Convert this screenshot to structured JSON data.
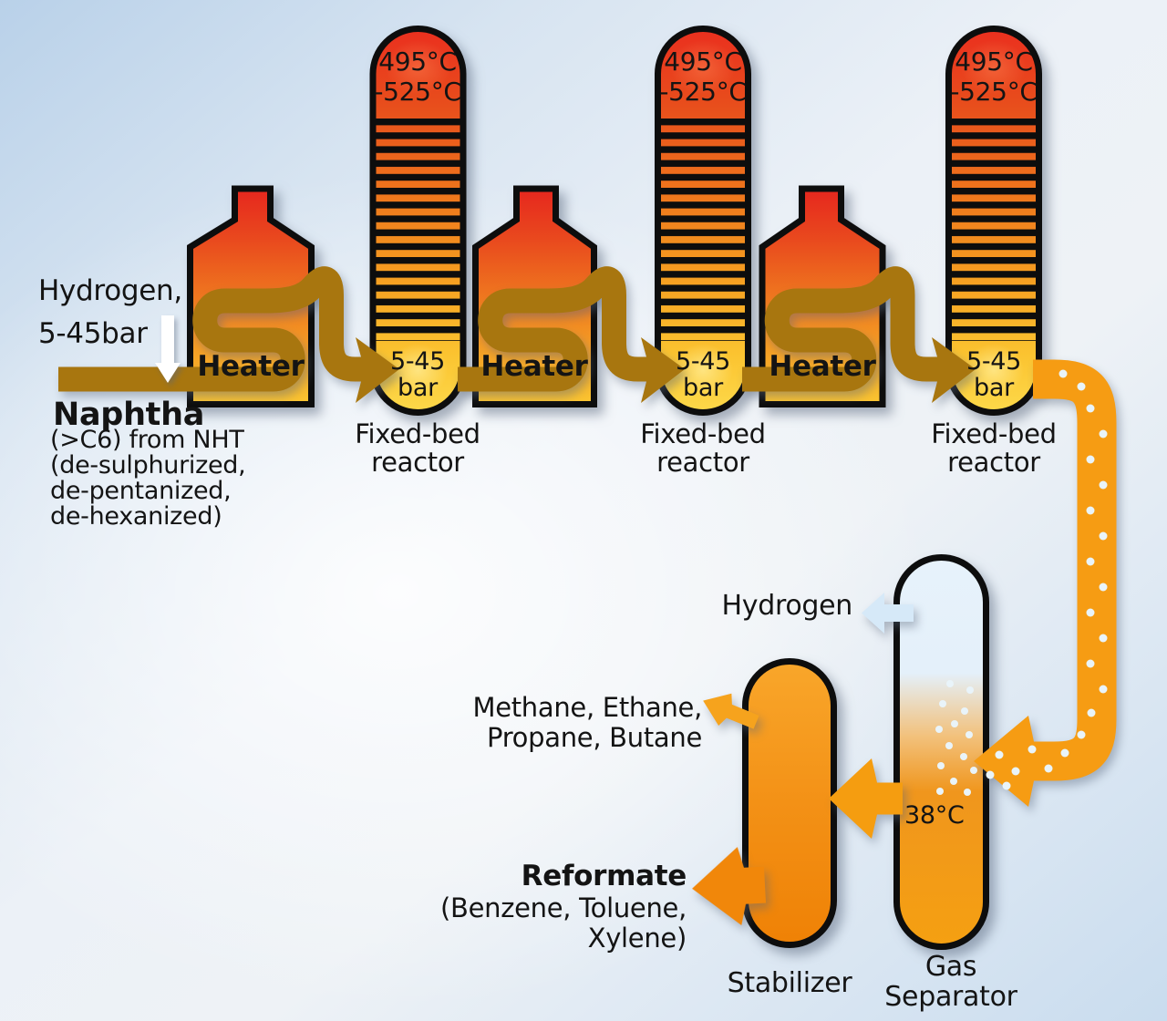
{
  "feed": {
    "hydrogen": "Hydrogen,\n5-45bar",
    "naphtha_title": "Naphtha",
    "naphtha_details": "(>C6) from NHT\n(de-sulphurized,\nde-pentanized,\nde-hexanized)"
  },
  "heaters": [
    {
      "label": "Heater"
    },
    {
      "label": "Heater"
    },
    {
      "label": "Heater"
    }
  ],
  "reactors": [
    {
      "temp_range": "495°C\n-525°C",
      "pressure": "5-45\nbar",
      "label": "Fixed-bed\nreactor"
    },
    {
      "temp_range": "495°C\n-525°C",
      "pressure": "5-45\nbar",
      "label": "Fixed-bed\nreactor"
    },
    {
      "temp_range": "495°C\n-525°C",
      "pressure": "5-45\nbar",
      "label": "Fixed-bed\nreactor"
    }
  ],
  "separator": {
    "hydrogen_out": "Hydrogen",
    "temperature": "38°C",
    "label": "Gas\nSeparator"
  },
  "stabilizer": {
    "light_ends": "Methane, Ethane,\nPropane, Butane",
    "reformate_title": "Reformate",
    "reformate_details": "(Benzene, Toluene,\nXylene)",
    "label": "Stabilizer"
  },
  "icons": {
    "feed_arrow": "white-down-arrow",
    "flow_arrow": "barbed-flow-arrow",
    "bubbles": "vapor-dots"
  },
  "colors": {
    "background_blue": "#c3d7ea",
    "pipe_brown": "#a8760f",
    "pipe_orange": "#f69c13",
    "vessel_red": "#e6241e",
    "vessel_yellow": "#fbc832",
    "hydrogen_blue": "#d6e9f8",
    "text": "#141414"
  }
}
